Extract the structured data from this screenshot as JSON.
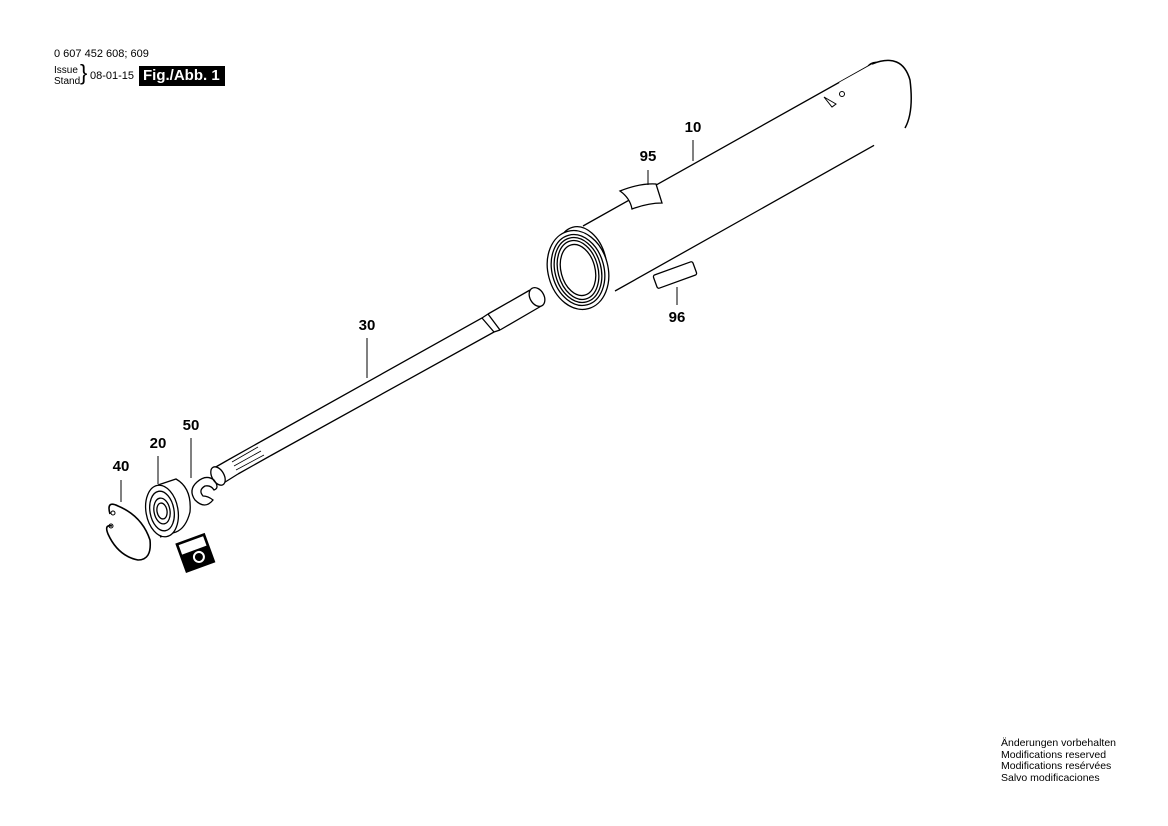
{
  "header": {
    "part_number": "0 607 452 608; 609",
    "issue_label": "Issue",
    "stand_label": "Stand",
    "date": "08-01-15",
    "figure": "Fig./Abb. 1"
  },
  "callouts": {
    "tube": "10",
    "label_top": "95",
    "label_bottom": "96",
    "shaft": "30",
    "retaining_ring_small": "50",
    "bearing": "20",
    "circlip": "40"
  },
  "footer_notes": [
    "Änderungen vorbehalten",
    "Modifications reserved",
    "Modifications resérvées",
    "Salvo modificaciones"
  ]
}
